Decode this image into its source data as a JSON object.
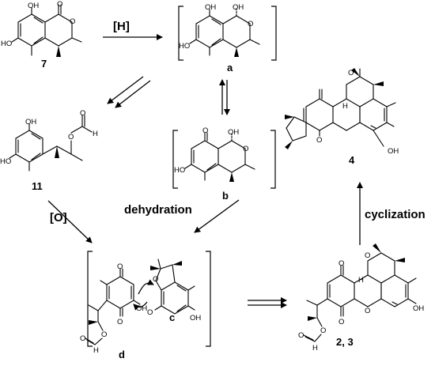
{
  "labels": {
    "reagent_reduction": "[H]",
    "reagent_oxidation": "[O]",
    "step_dehydration": "dehydration",
    "step_cyclization": "cyclization"
  },
  "compounds": {
    "c7": "7",
    "c11": "11",
    "a": "a",
    "b": "b",
    "c": "c",
    "d": "d",
    "c4": "4",
    "c23": "2, 3"
  },
  "atoms": {
    "OH": "OH",
    "HO": "HO",
    "O": "O",
    "H": "H"
  }
}
